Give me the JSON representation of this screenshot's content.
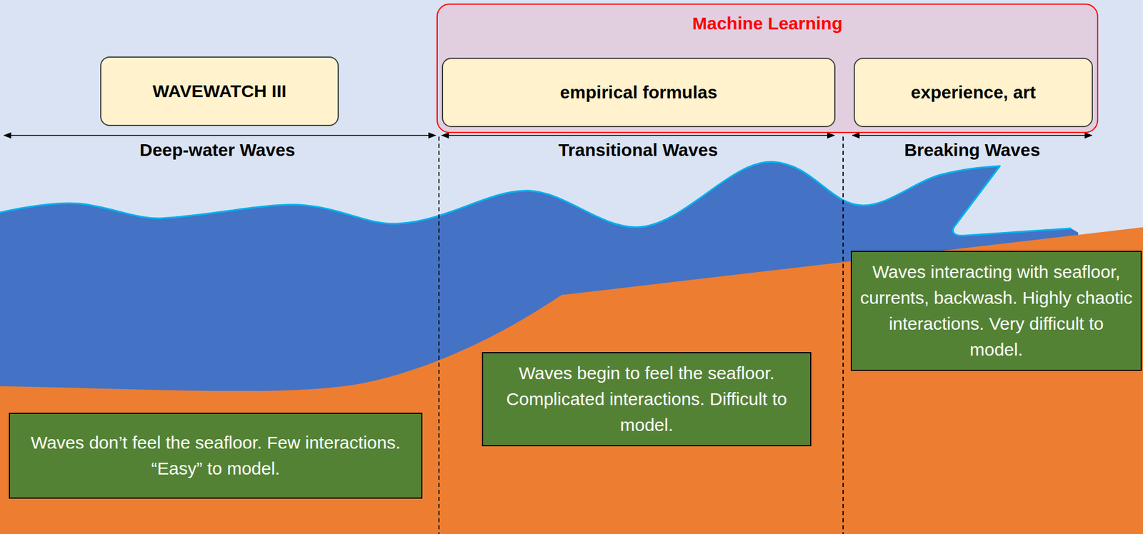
{
  "diagram": {
    "nodes": [
      {
        "text": [
          "WAVEWATCH III"
        ]
      },
      {
        "text": [
          "Machine Learning"
        ]
      },
      {
        "text": [
          "empirical formulas"
        ],
        "in": 1
      },
      {
        "text": [
          "experience, art"
        ],
        "in": 1
      },
      {
        "text": [
          "Waves don’t feel the seafloor. Few interactions. “Easy” to model."
        ]
      },
      {
        "text": [
          "Waves begin to feel the seafloor. Complicated interactions. Difficult to model."
        ]
      },
      {
        "text": [
          "Waves interacting with seafloor, currents, backwash. Highly chaotic interactions. Very difficult to model."
        ]
      }
    ],
    "labels": [
      "Deep-water Waves",
      "Transitional Waves",
      "Breaking Waves"
    ]
  }
}
